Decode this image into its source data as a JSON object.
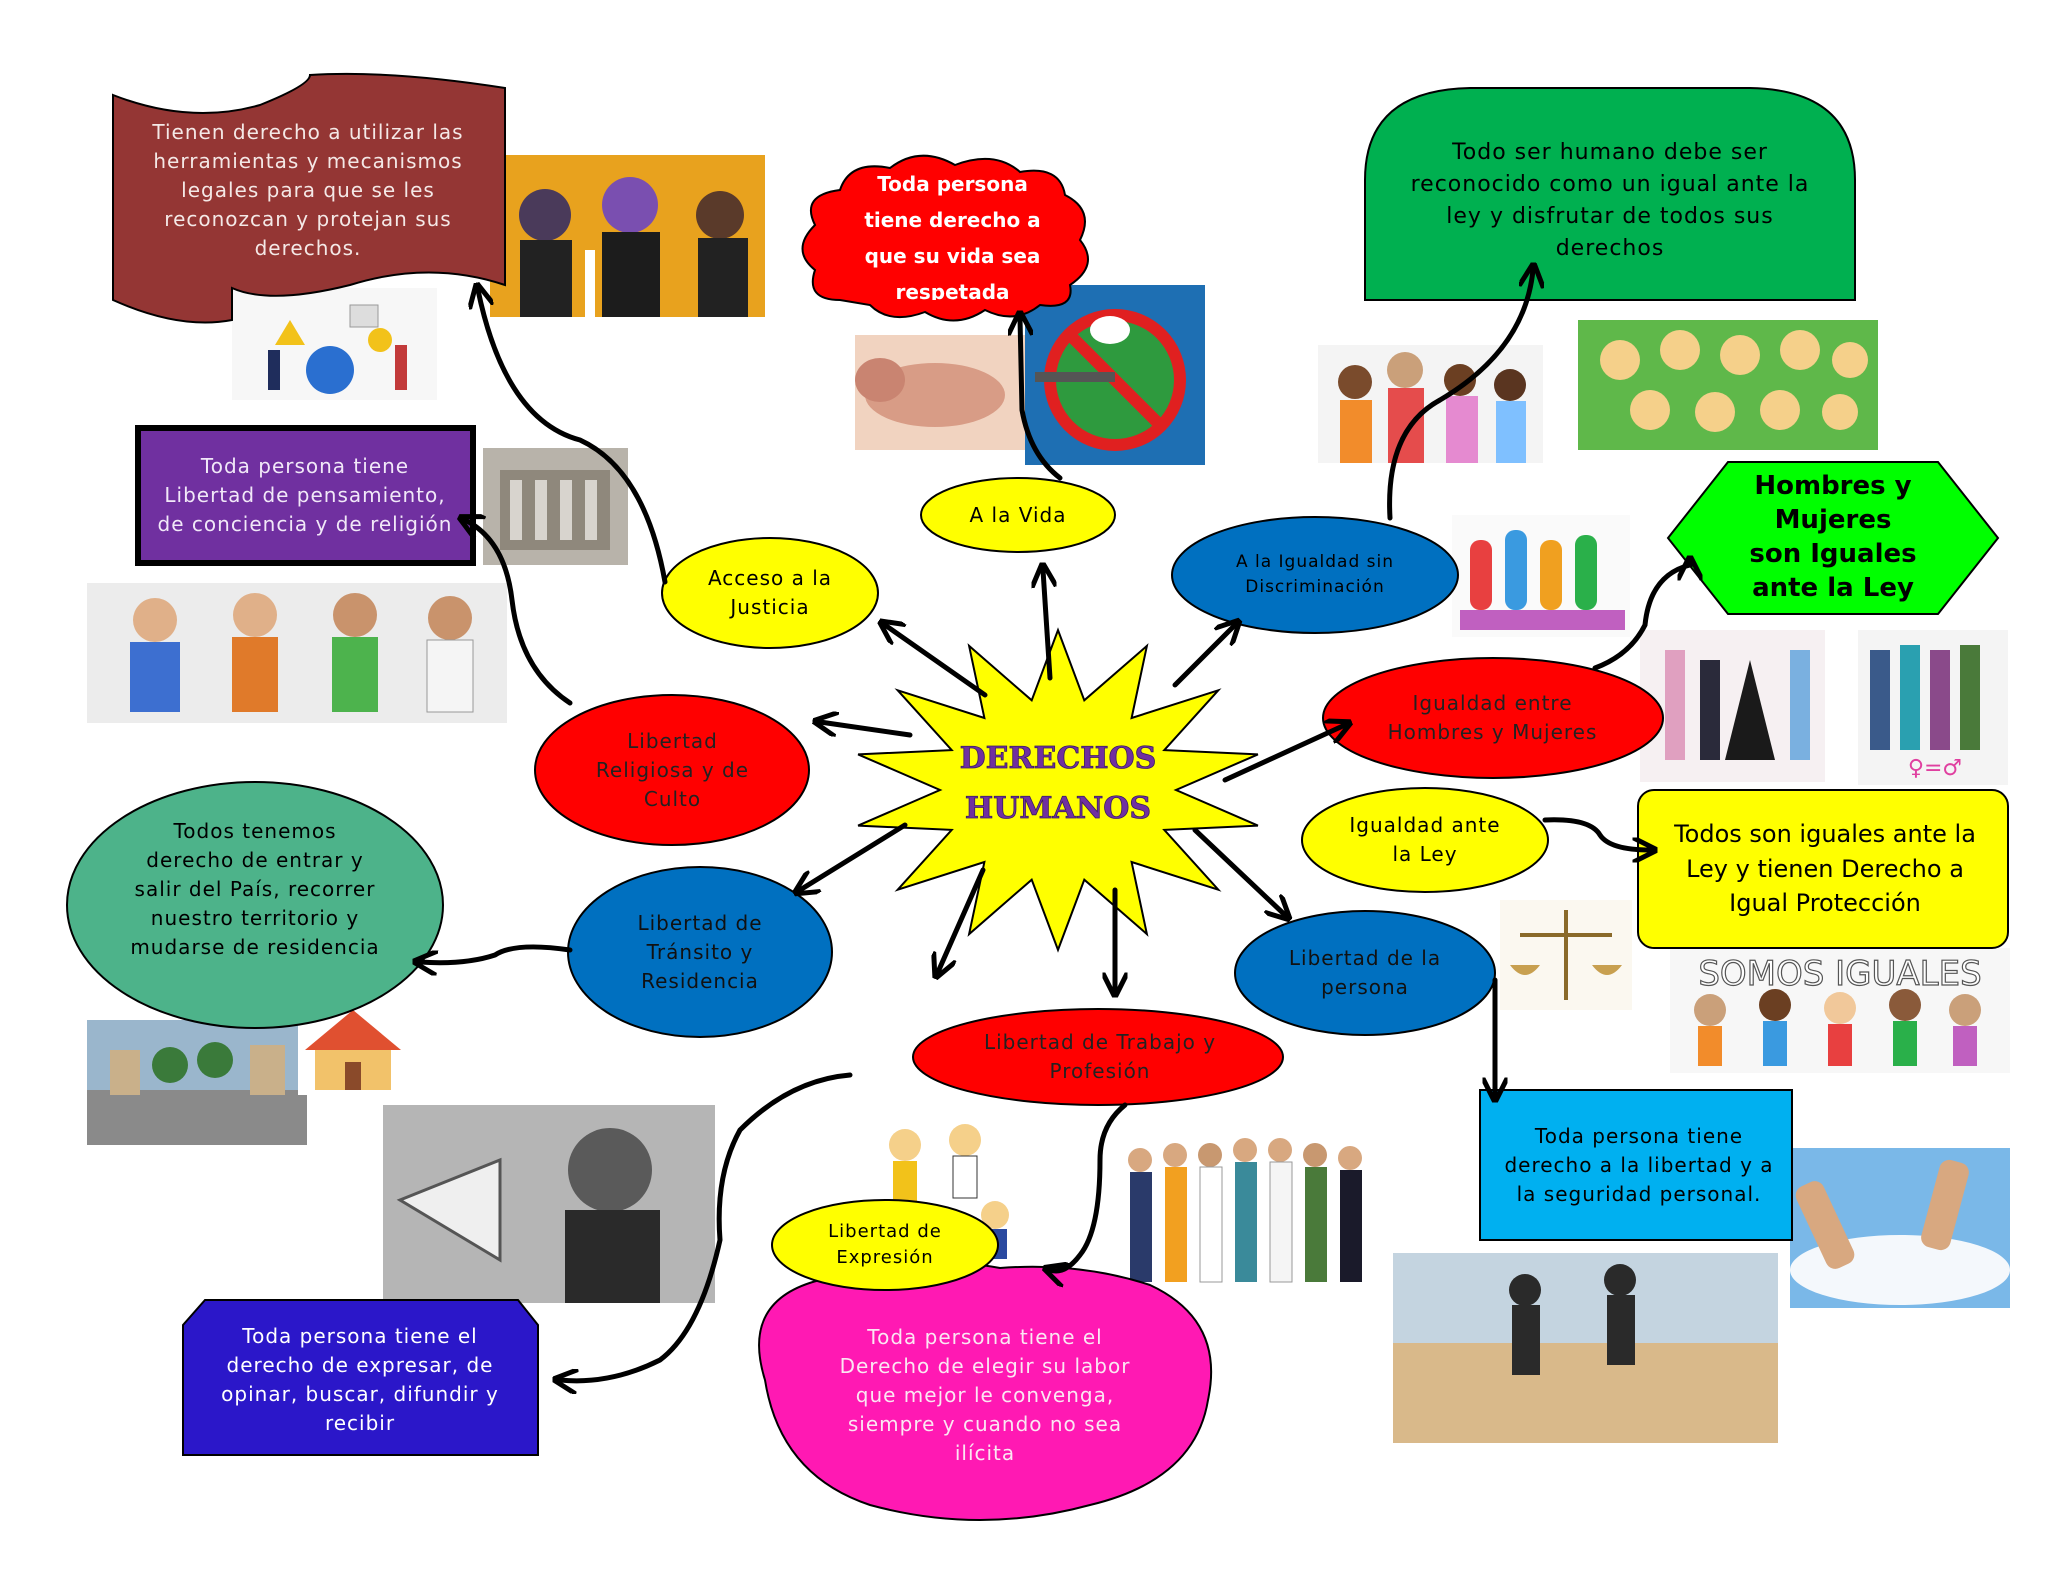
{
  "center": {
    "line1": "DERECHOS",
    "line2": "HUMANOS"
  },
  "branches": {
    "vida": "A la Vida",
    "justicia": "Acceso a la Justicia",
    "religiosa": "Libertad Religiosa y de Culto",
    "transito": "Libertad de Tránsito y Residencia",
    "trabajo": "Libertad de Trabajo y Profesión",
    "expresion": "Libertad de Expresión",
    "persona": "Libertad de la persona",
    "igualdad_ley": "Igualdad ante la Ley",
    "hombres_mujeres": "Igualdad entre Hombres y Mujeres",
    "discriminacion": "A la Igualdad sin Discriminación"
  },
  "descriptions": {
    "justicia": "Tienen derecho a utilizar las herramientas y mecanismos legales para que se les reconozcan y protejan sus derechos.",
    "vida": "Toda persona tiene derecho a que su vida sea respetada",
    "igual": "Todo ser humano debe ser reconocido como un igual ante la ley y disfrutar de todos sus derechos",
    "hexagon": "Hombres y Mujeres son Iguales ante la Ley",
    "religiosa": "Toda persona tiene Libertad de pensamiento, de conciencia y de religión",
    "transito": "Todos tenemos derecho de entrar y salir del País, recorrer nuestro territorio y mudarse de residencia",
    "igualdad_ley": "Todos son iguales ante la Ley y tienen Derecho a Igual Protección",
    "persona": "Toda persona tiene derecho a la libertad y a la seguridad personal.",
    "expresion": "Toda persona tiene el derecho de expresar, de opinar, buscar, difundir y recibir",
    "trabajo": "Toda persona tiene el Derecho de elegir su labor que mejor le convenga, siempre y cuando no sea ilícita"
  },
  "image_captions": {
    "somos_iguales": "SOMOS IGUALES"
  },
  "colors": {
    "yellow": "#ffff00",
    "red": "#ff0000",
    "blue": "#0070c0",
    "maroon": "#943634",
    "purple": "#7030a0",
    "green": "#00b050",
    "lime": "#00ff00",
    "teal": "#4db38a",
    "cyan": "#00b0f0",
    "navy_blue": "#2b17c9",
    "magenta": "#ff19b3",
    "center_text": "#7030a0"
  }
}
